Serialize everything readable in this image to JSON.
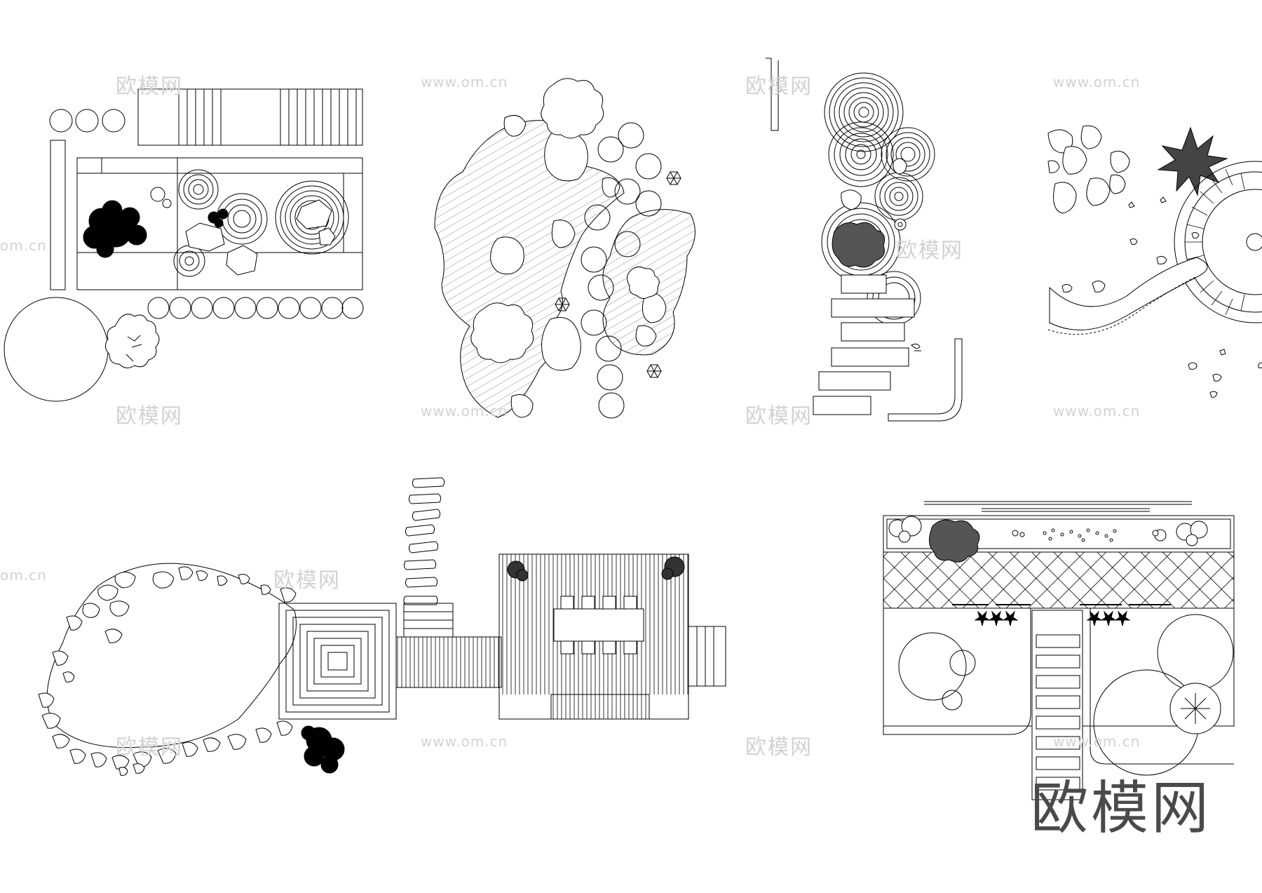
{
  "watermark": {
    "logo_text": "欧模网",
    "url_text": "www.om.cn",
    "partial_url": "om.cn"
  },
  "brand": {
    "label": "欧模网"
  },
  "colors": {
    "line": "#000000",
    "hatch": "#9a9a9a",
    "watermark": "#d2d2d2",
    "brand": "#4a4a4a"
  }
}
